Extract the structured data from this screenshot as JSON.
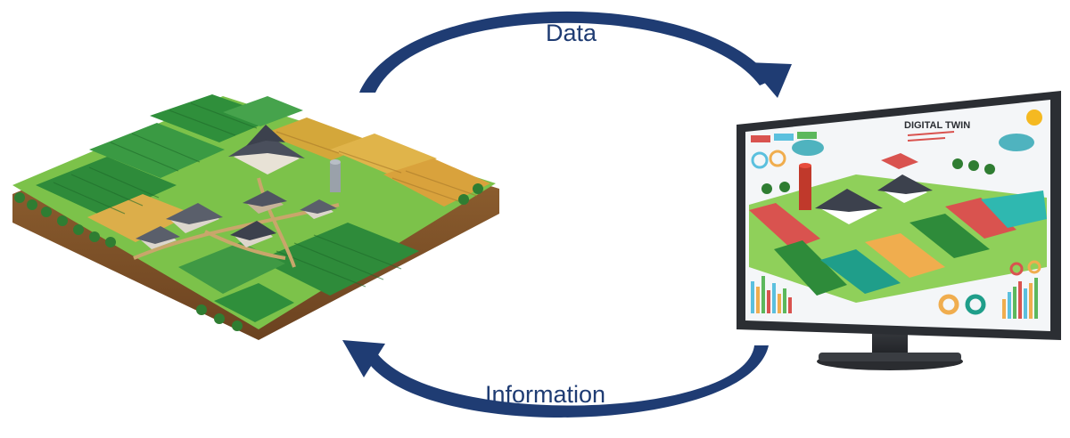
{
  "diagram": {
    "arrow_top_label": "Data",
    "arrow_bottom_label": "Information",
    "monitor_screen_title": "DIGITAL TWIN",
    "colors": {
      "arrow": "#1f3c73",
      "label": "#1f3c73",
      "grass": "#7cc24a",
      "crop_green": "#2e8b3a",
      "crop_gold": "#d4a73a",
      "soil": "#8a5a2b",
      "barn_roof": "#4a4f5c",
      "monitor_frame": "#2b2e33",
      "screen_bg": "#f4f6f8"
    },
    "icons": {
      "farm": "farm-illustration",
      "monitor": "digital-twin-monitor"
    }
  }
}
